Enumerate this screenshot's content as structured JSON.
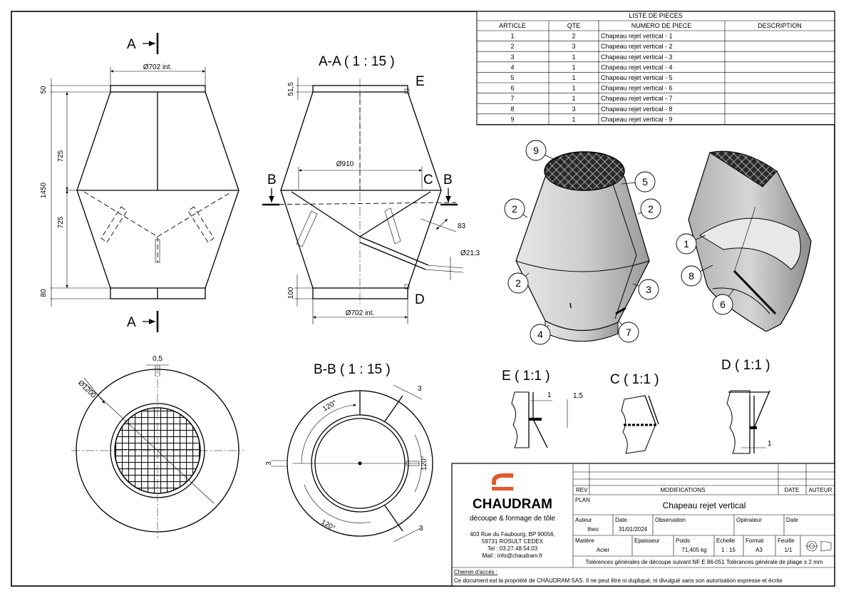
{
  "parts_list": {
    "title": "LISTE DE PIECES",
    "headers": [
      "ARTICLE",
      "QTE",
      "NUMERO DE PIECE",
      "DESCRIPTION"
    ],
    "rows": [
      [
        "1",
        "2",
        "Chapeau rejet vertical - 1",
        ""
      ],
      [
        "2",
        "3",
        "Chapeau rejet vertical - 2",
        ""
      ],
      [
        "3",
        "1",
        "Chapeau rejet vertical - 3",
        ""
      ],
      [
        "4",
        "1",
        "Chapeau rejet vertical - 4",
        ""
      ],
      [
        "5",
        "1",
        "Chapeau rejet vertical - 5",
        ""
      ],
      [
        "6",
        "1",
        "Chapeau rejet vertical - 6",
        ""
      ],
      [
        "7",
        "1",
        "Chapeau rejet vertical - 7",
        ""
      ],
      [
        "8",
        "3",
        "Chapeau rejet vertical - 8",
        ""
      ],
      [
        "9",
        "1",
        "Chapeau rejet vertical - 9",
        ""
      ]
    ]
  },
  "front_view": {
    "section_marker": "A",
    "dims": {
      "top_diameter": "Ø702 int.",
      "top_band": "50",
      "upper_height": "725",
      "total_height": "1450",
      "lower_height": "725",
      "bottom_band": "80"
    }
  },
  "section_aa": {
    "title": "A-A ( 1 : 15 )",
    "labels": {
      "e": "E",
      "c": "C",
      "d": "D",
      "b": "B"
    },
    "dims": {
      "top_band": "51,5",
      "mid_diameter": "Ø910",
      "pipe_offset": "83",
      "pipe_diameter": "Ø21,3",
      "bottom_band": "100",
      "bottom_diameter": "Ø702 int."
    }
  },
  "top_view": {
    "dims": {
      "outer_diameter": "Ø1200",
      "gap": "0,5"
    }
  },
  "section_bb": {
    "title": "B-B ( 1 : 15 )",
    "dims": {
      "angle_top": "120°",
      "angle_right": "120°",
      "angle_bottom": "120°",
      "rib_top": "3",
      "rib_bottom": "3",
      "rib_left": "3"
    }
  },
  "details": {
    "e": {
      "title": "E ( 1:1 )",
      "dim_a": "1",
      "dim_b": "1,5"
    },
    "c": {
      "title": "C ( 1:1 )"
    },
    "d": {
      "title": "D ( 1:1 )",
      "dim_a": "1"
    }
  },
  "iso_bubbles": [
    "9",
    "5",
    "2",
    "2",
    "2",
    "3",
    "4",
    "7"
  ],
  "section_bubbles": [
    "1",
    "8",
    "6"
  ],
  "title_block": {
    "brand": "CHAUDRAM",
    "tagline": "découpe & formage de tôle",
    "address_lines": [
      "403 Rue du Faubourg, BP 90056,",
      "59731 ROSULT CEDEX",
      "Tel : 03.27.48.54.03",
      "Mail : info@chaudram.fr"
    ],
    "rev_label": "REV",
    "modifications_label": "MODIFICATIONS",
    "date_label": "DATE",
    "auteur_label": "AUTEUR",
    "plan_label": "PLAN",
    "plan_title": "Chapeau rejet vertical",
    "auteur_field": "Auteur",
    "auteur_value": "theo",
    "date_field": "Date",
    "date_value": "31/01/2024",
    "observation_field": "Observation",
    "operateur_field": "Opérateur",
    "date2_field": "Date",
    "matiere_field": "Matière",
    "matiere_value": "Acier",
    "epaisseur_field": "Epaisseur",
    "poids_field": "Poids",
    "poids_value": "71,405 kg",
    "echelle_field": "Echelle",
    "echelle_value": "1 : 15",
    "format_field": "Format",
    "format_value": "A3",
    "feuille_field": "Feuille",
    "feuille_value": "1/1",
    "tolerance_line": "Tolérences générales de découpe suivant NF E 86-051     Tolérances générale de pliage ± 2 mm",
    "chemin_label": "Chemin d'accès :",
    "legal_line": "Ce document est la propriété de CHAUDRAM SAS. Il ne peut être ni dupliqué, ni divulgué sans son autorisation expresse et écrite"
  },
  "colors": {
    "brand": "#e2592a",
    "brand_text": "#e2592a"
  }
}
